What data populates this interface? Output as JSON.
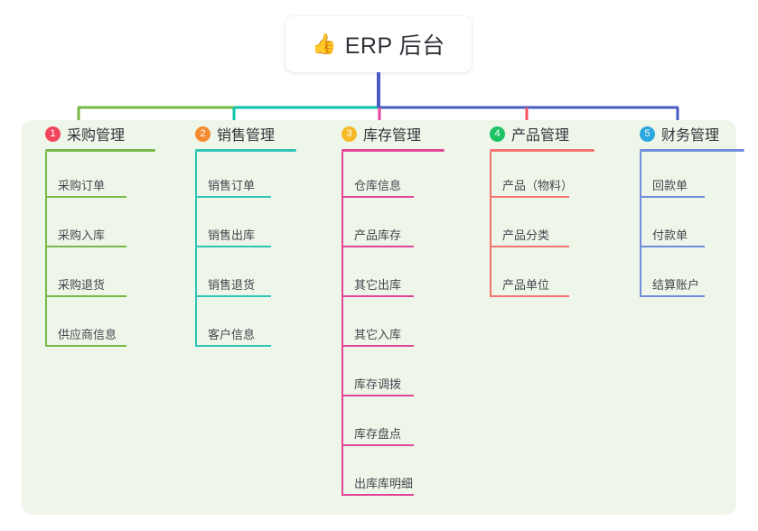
{
  "root": {
    "icon": "thumbs-up-icon",
    "emoji": "👍",
    "title": "ERP 后台"
  },
  "palette": {
    "panel_bg": "#eef6e9",
    "page_bg": "#ffffff",
    "stem": "#4a5bc4",
    "segment_left": "#76b947",
    "segment_mid": "#0ec4a8",
    "segment_right": "#4a5bc4"
  },
  "columns": [
    {
      "index": "1",
      "title": "采购管理",
      "badge_color": "#f2465f",
      "line_color": "#76b947",
      "drop_color": "#76b947",
      "items": [
        "采购订单",
        "采购入库",
        "采购退货",
        "供应商信息"
      ]
    },
    {
      "index": "2",
      "title": "销售管理",
      "badge_color": "#f58a31",
      "line_color": "#2ec4b6",
      "drop_color": "#0ec4a8",
      "items": [
        "销售订单",
        "销售出库",
        "销售退货",
        "客户信息"
      ]
    },
    {
      "index": "3",
      "title": "库存管理",
      "badge_color": "#f5b927",
      "line_color": "#e0459a",
      "drop_color": "#e8419b",
      "items": [
        "仓库信息",
        "产品库存",
        "其它出库",
        "其它入库",
        "库存调拨",
        "库存盘点",
        "出库库明细"
      ]
    },
    {
      "index": "4",
      "title": "产品管理",
      "badge_color": "#1cc263",
      "line_color": "#f4736f",
      "drop_color": "#f4555b",
      "items": [
        "产品（物料）",
        "产品分类",
        "产品单位"
      ]
    },
    {
      "index": "5",
      "title": "财务管理",
      "badge_color": "#2ba7e0",
      "line_color": "#6e8ddb",
      "drop_color": "#4a5bc4",
      "items": [
        "回款单",
        "付款单",
        "结算账户"
      ]
    }
  ]
}
